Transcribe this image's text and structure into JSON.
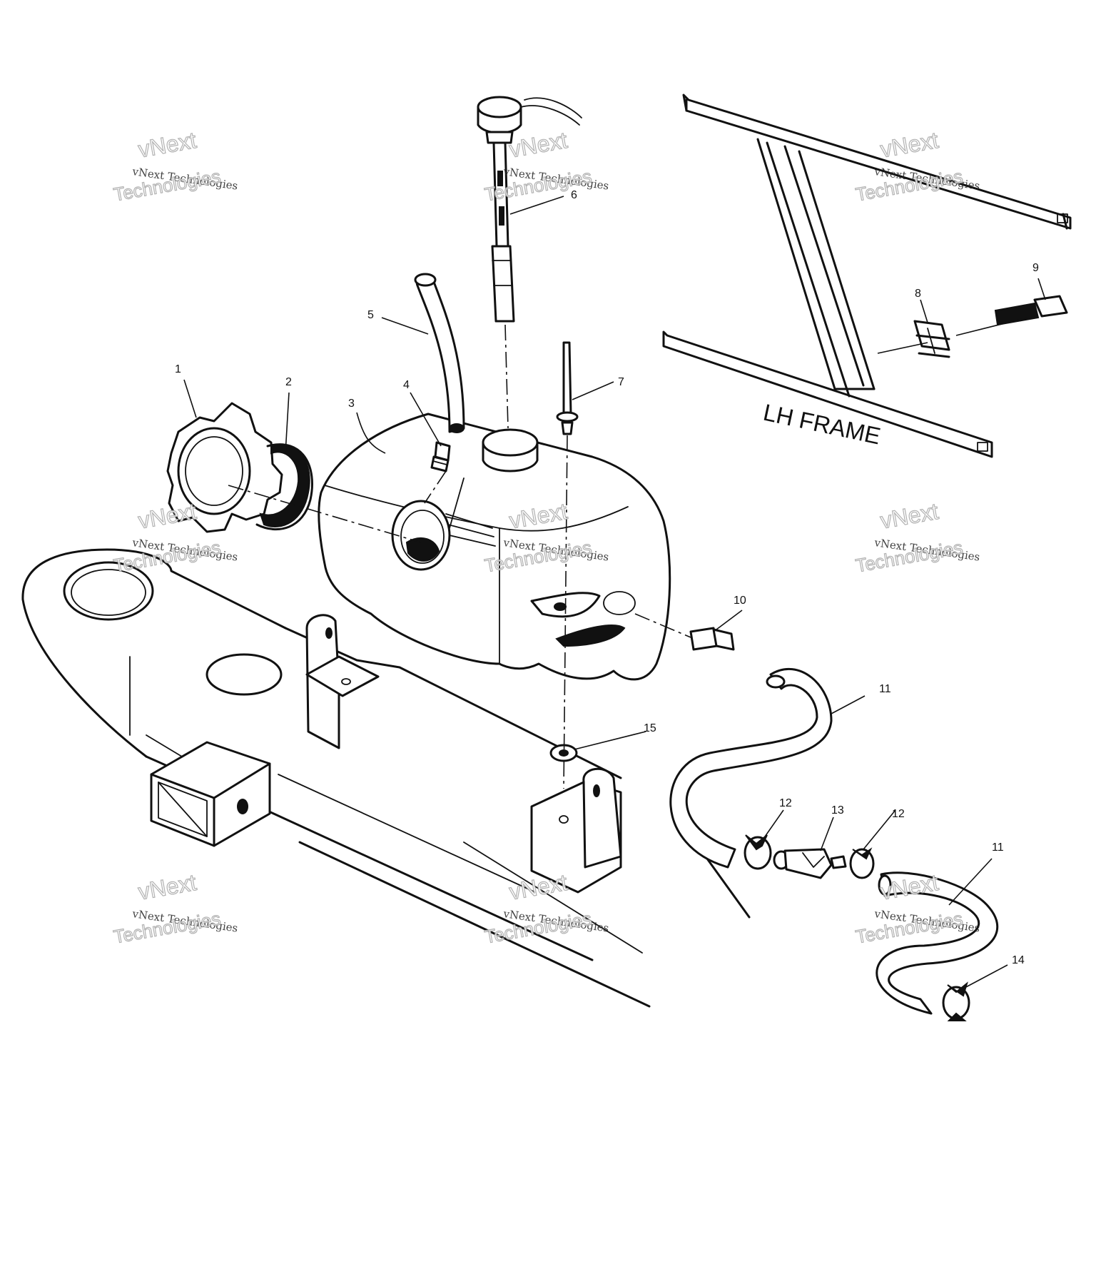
{
  "diagram": {
    "frame_label": "LH FRAME",
    "callouts": [
      "1",
      "2",
      "3",
      "4",
      "5",
      "6",
      "7",
      "8",
      "9",
      "10",
      "11",
      "11",
      "12",
      "12",
      "13",
      "14",
      "15"
    ],
    "watermark": {
      "line1": "vNext Technologies",
      "line2": "vNext",
      "line3": "Technologies"
    }
  }
}
